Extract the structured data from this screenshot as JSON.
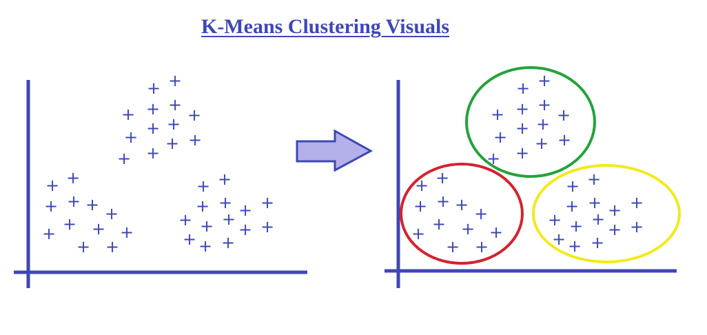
{
  "title": "K-Means Clustering Visuals",
  "colors": {
    "ink": "#3d47b6",
    "arrow_fill": "#b3b0ea",
    "arrow_stroke": "#3d47b6",
    "cluster_green": "#23a33a",
    "cluster_red": "#d3232f",
    "cluster_yellow": "#f2ea1c"
  },
  "point_glyph": "+",
  "arrow_icon": "right-arrow-icon",
  "panels": [
    {
      "name": "before-clustering",
      "show_clusters": false
    },
    {
      "name": "after-clustering",
      "show_clusters": true
    }
  ],
  "clusters": [
    {
      "name": "top",
      "color_key": "cluster_green"
    },
    {
      "name": "bottom-left",
      "color_key": "cluster_red"
    },
    {
      "name": "bottom-right",
      "color_key": "cluster_yellow"
    }
  ]
}
